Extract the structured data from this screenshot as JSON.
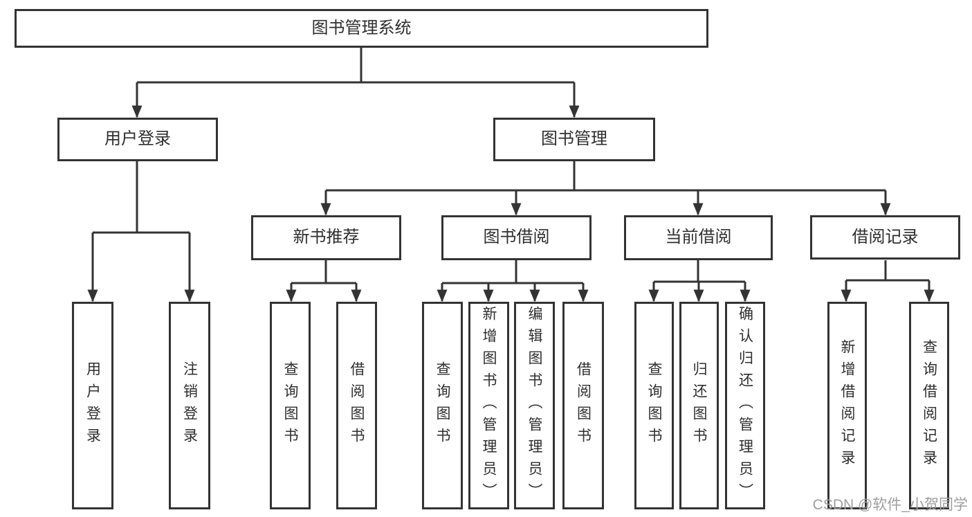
{
  "diagram": {
    "root": {
      "label": "图书管理系统",
      "children": [
        {
          "label": "用户登录",
          "children": [
            {
              "label": "用户登录"
            },
            {
              "label": "注销登录"
            }
          ]
        },
        {
          "label": "图书管理",
          "children": [
            {
              "label": "新书推荐",
              "children": [
                {
                  "label": "查询图书"
                },
                {
                  "label": "借阅图书"
                }
              ]
            },
            {
              "label": "图书借阅",
              "children": [
                {
                  "label": "查询图书"
                },
                {
                  "label": "新增图书（管理员）"
                },
                {
                  "label": "编辑图书（管理员）"
                },
                {
                  "label": "借阅图书"
                }
              ]
            },
            {
              "label": "当前借阅",
              "children": [
                {
                  "label": "查询图书"
                },
                {
                  "label": "归还图书"
                },
                {
                  "label": "确认归还（管理员）"
                }
              ]
            },
            {
              "label": "借阅记录",
              "children": [
                {
                  "label": "新增借阅记录"
                },
                {
                  "label": "查询借阅记录"
                }
              ]
            }
          ]
        }
      ]
    }
  },
  "watermark": {
    "text": "CSDN @软件_小贺同学"
  },
  "colors": {
    "line": "#333333",
    "box_border": "#333333",
    "box_background": "#ffffff",
    "text": "#2e2e2e",
    "watermark": "#9e9e9e"
  }
}
